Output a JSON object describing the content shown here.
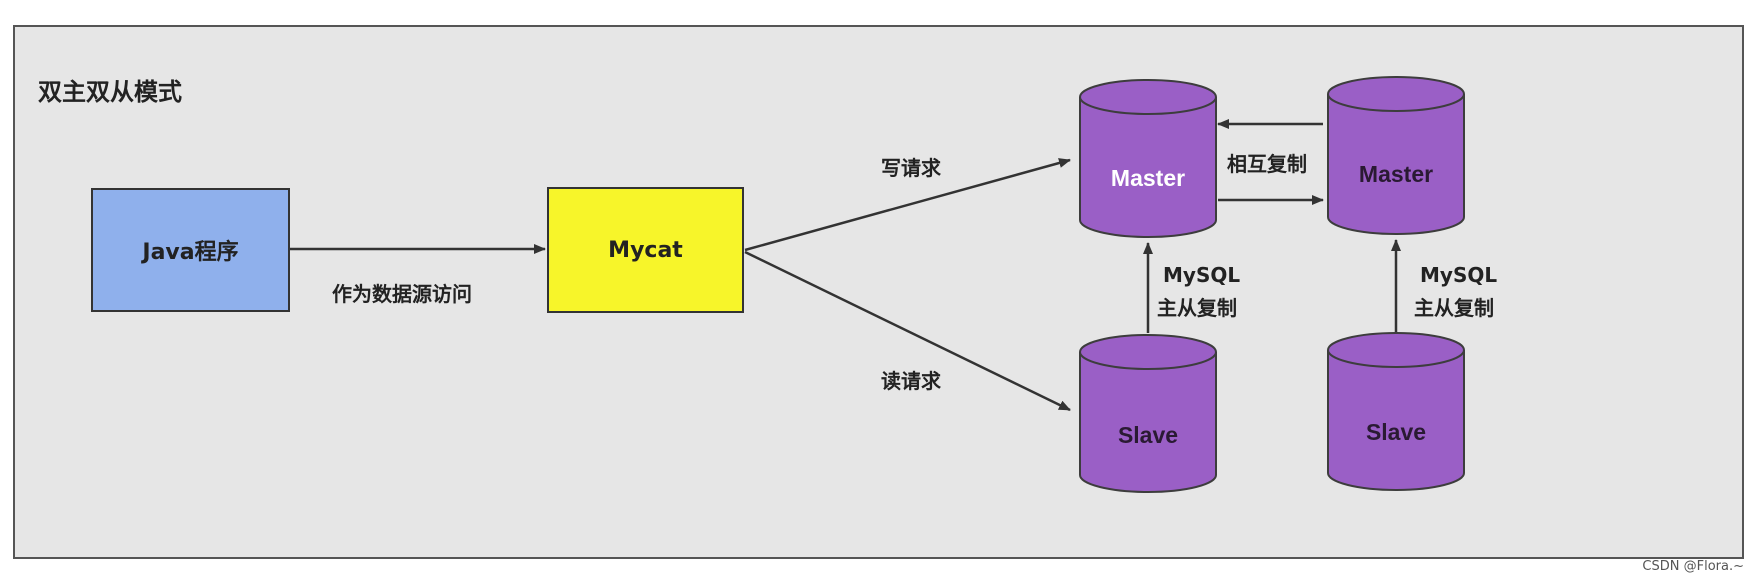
{
  "title": "双主双从模式",
  "nodes": {
    "java": "Java程序",
    "mycat": "Mycat",
    "master1": "Master",
    "master2": "Master",
    "slave1": "Slave",
    "slave2": "Slave"
  },
  "edges": {
    "java_to_mycat": "作为数据源访问",
    "write_request": "写请求",
    "read_request": "读请求",
    "mutual_replication": "相互复制",
    "mysql_replication_1_line1": "MySQL",
    "mysql_replication_1_line2": "主从复制",
    "mysql_replication_2_line1": "MySQL",
    "mysql_replication_2_line2": "主从复制"
  },
  "watermark": "CSDN @Flora.~",
  "colors": {
    "java_fill": "#8fb0ec",
    "mycat_fill": "#f7f52a",
    "db_fill": "#9a5fc6",
    "db_stroke": "#3d3d3d",
    "background": "#e6e6e6"
  }
}
